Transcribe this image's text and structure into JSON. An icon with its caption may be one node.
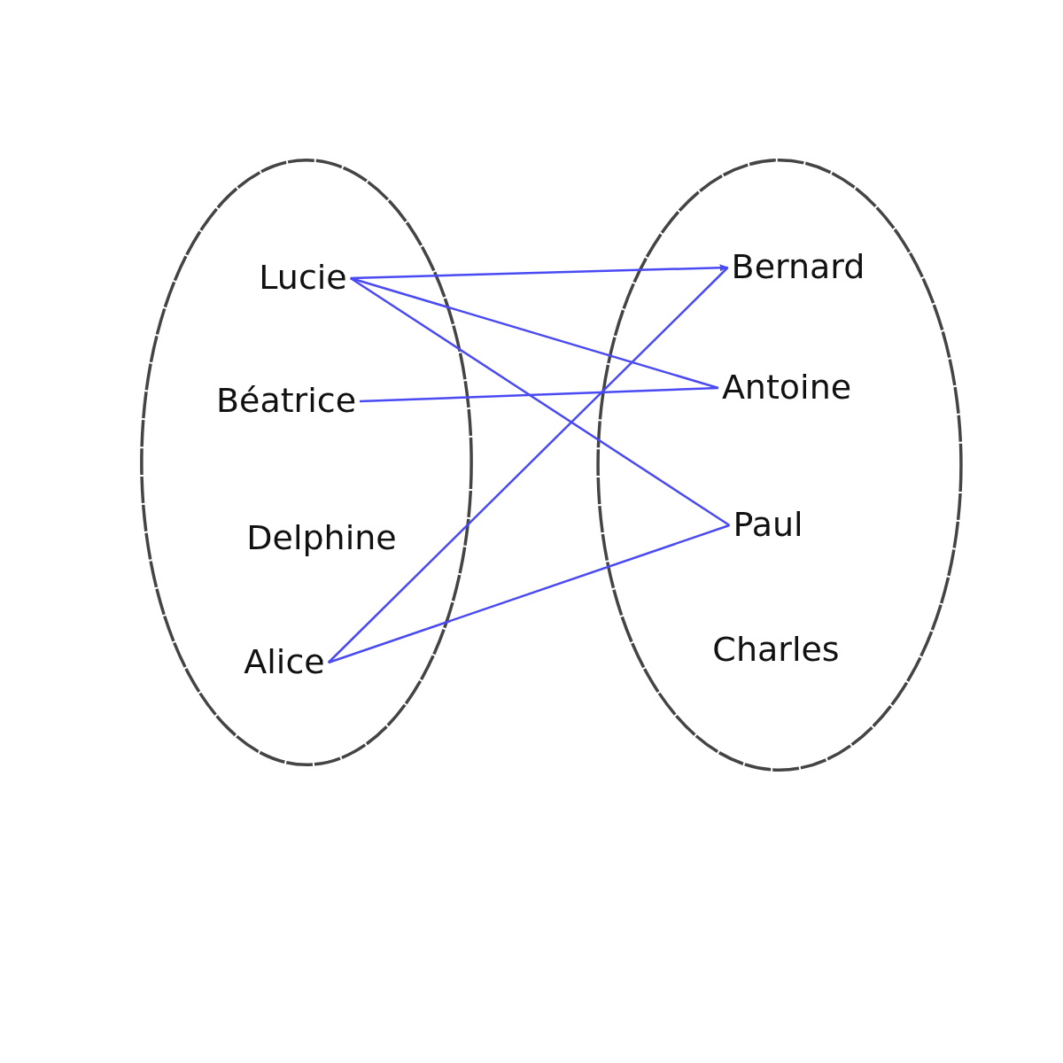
{
  "diagram": {
    "nodes": [
      {
        "text": [],
        "shape": "ellipse"
      },
      {
        "text": [
          "Lucie"
        ],
        "in": 0
      },
      {
        "text": [
          "Béatrice"
        ],
        "in": 0
      },
      {
        "text": [
          "Delphine"
        ],
        "in": 0
      },
      {
        "text": [
          "Alice"
        ],
        "in": 0
      },
      {
        "text": [],
        "shape": "ellipse"
      },
      {
        "text": [
          "Bernard"
        ],
        "in": 5
      },
      {
        "text": [
          "Antoine"
        ],
        "in": 5
      },
      {
        "text": [
          "Paul"
        ],
        "in": 5
      },
      {
        "text": [
          "Charles"
        ],
        "in": 5
      }
    ],
    "edges": [
      {
        "from": 1,
        "to": 6,
        "arrow": "to"
      },
      {
        "from": 1,
        "to": 7,
        "arrow": "none"
      },
      {
        "from": 1,
        "to": 8,
        "arrow": "none"
      },
      {
        "from": 2,
        "to": 7,
        "arrow": "none"
      },
      {
        "from": 4,
        "to": 6,
        "arrow": "none"
      },
      {
        "from": 4,
        "to": 8,
        "arrow": "none"
      }
    ]
  }
}
